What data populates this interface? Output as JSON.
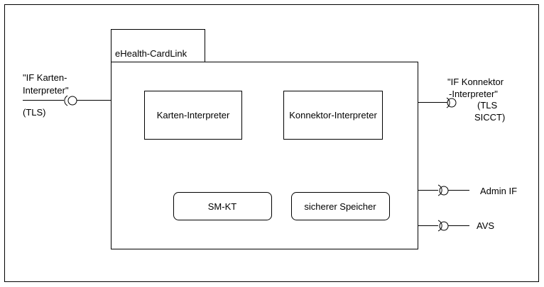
{
  "component": {
    "tab_label": "eHealth-CardLink",
    "inner_boxes": {
      "karten_interpreter": "Karten-Interpreter",
      "konnektor_interpreter": "Konnektor-Interpreter",
      "sm_kt": "SM-KT",
      "sicherer_speicher": "sicherer Speicher"
    }
  },
  "interfaces": {
    "left": {
      "line1": "\"IF Karten-",
      "line2": "Interpreter\"",
      "protocol": "(TLS)"
    },
    "right_top": {
      "line1": "\"IF Konnektor",
      "line2": "-Interpreter\"",
      "protocol_line1": "(TLS",
      "protocol_line2": "SICCT)"
    },
    "admin": "Admin IF",
    "avs": "AVS"
  }
}
